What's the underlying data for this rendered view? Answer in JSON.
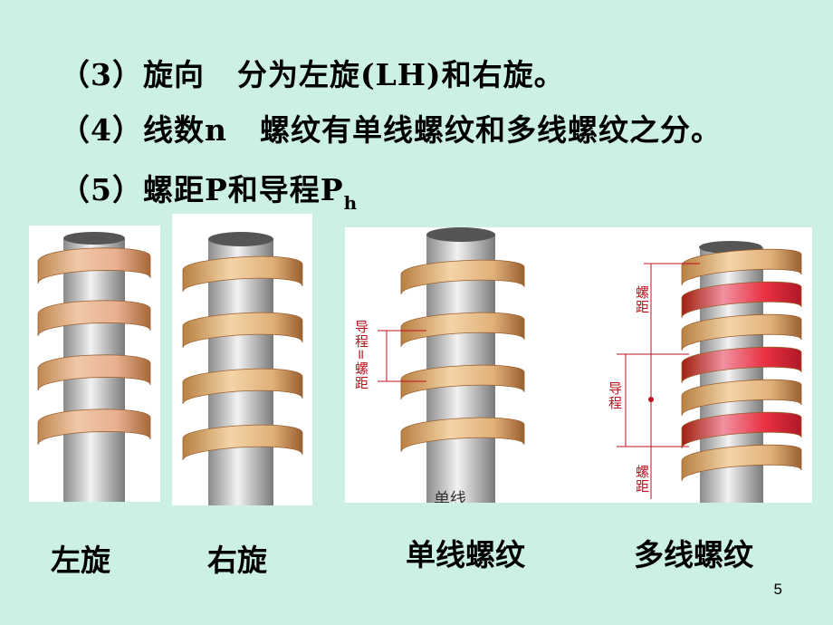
{
  "text": {
    "line3_prefix": "（3）旋向",
    "line3_rest": "分为左旋(LH)和右旋。",
    "line4_prefix": "（4）线数n",
    "line4_rest": "螺纹有单线螺纹和多线螺纹之分。",
    "line5_main": "（5）螺距P和导程P",
    "line5_sub": "h"
  },
  "diagram_labels": {
    "single_lead_pitch": "导程=螺距",
    "single_tag": "单线",
    "multi_pitch_top": "螺距",
    "multi_lead": "导程",
    "multi_pitch_bottom": "螺距"
  },
  "captions": {
    "left_hand": "左旋",
    "right_hand": "右旋",
    "single_thread": "单线螺纹",
    "multi_thread": "多线螺纹"
  },
  "page_number": "5",
  "colors": {
    "background": "#ccf0e6",
    "thread_gold": "#d9b070",
    "thread_pink": "#e8a0a8",
    "rod_gray": "#c8c8c8",
    "dimension_red": "#c01020",
    "multi_thread_red": "#e83040"
  }
}
